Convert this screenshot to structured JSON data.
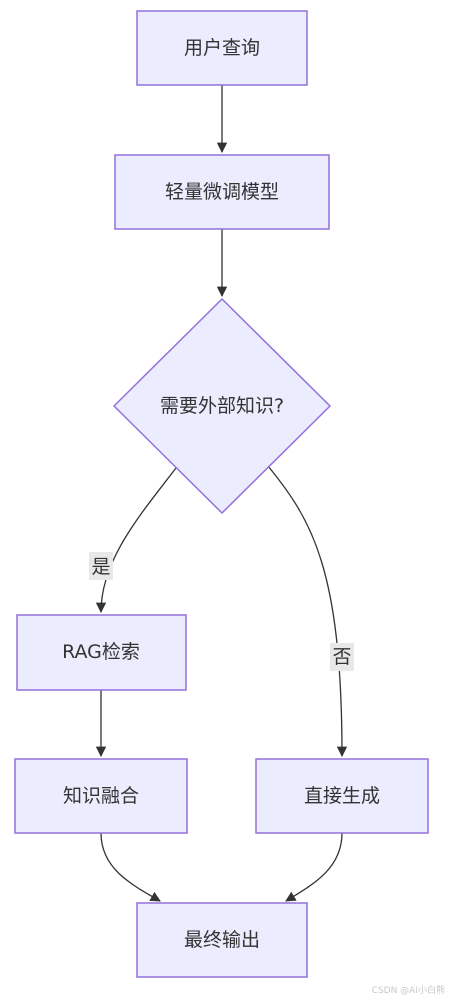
{
  "nodes": {
    "user_query": "用户查询",
    "light_finetune": "轻量微调模型",
    "need_knowledge": "需要外部知识?",
    "rag_retrieval": "RAG检索",
    "knowledge_fusion": "知识融合",
    "direct_generate": "直接生成",
    "final_output": "最终输出"
  },
  "edges": {
    "yes_label": "是",
    "no_label": "否"
  },
  "colors": {
    "node_fill": "#ececff",
    "node_stroke": "#9370db",
    "edge": "#333333",
    "label_bg": "#e8e8e8"
  },
  "watermark": "CSDN @AI小白熊"
}
